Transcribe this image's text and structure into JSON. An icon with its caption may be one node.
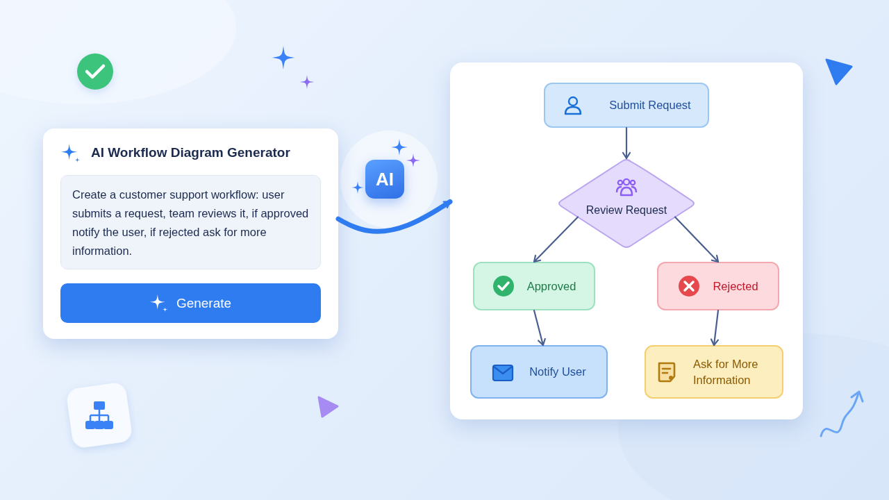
{
  "diagram": {
    "nodes": [
      {
        "text": [
          "AI Workflow Diagram Generator"
        ]
      },
      {
        "text": [
          "Create a customer support workflow: user submits a request, team reviews it, if approved notify the user, if rejected ask for more information."
        ],
        "in": 0
      },
      {
        "text": [
          "Generate"
        ],
        "in": 0
      },
      {
        "text": [
          "AI"
        ]
      },
      {
        "text": [],
        "shape": "box"
      },
      {
        "text": [
          "Submit Request"
        ],
        "in": 4
      },
      {
        "text": [
          "Review Request"
        ],
        "in": 4
      },
      {
        "text": [
          "Approved"
        ],
        "in": 4
      },
      {
        "text": [
          "Rejected"
        ],
        "in": 4
      },
      {
        "text": [
          "Notify User"
        ],
        "in": 4
      },
      {
        "text": [
          "Ask for More Information"
        ],
        "in": 4
      }
    ],
    "edges": [
      {
        "from": 0,
        "to": 4,
        "arrow": "to",
        "style": "thick",
        "color": "#2f7bf0"
      },
      {
        "from": 5,
        "to": 6,
        "arrow": "to"
      },
      {
        "from": 6,
        "to": 7,
        "arrow": "to"
      },
      {
        "from": 6,
        "to": 8,
        "arrow": "to"
      },
      {
        "from": 7,
        "to": 9,
        "arrow": "to"
      },
      {
        "from": 8,
        "to": 10,
        "arrow": "to"
      }
    ]
  }
}
